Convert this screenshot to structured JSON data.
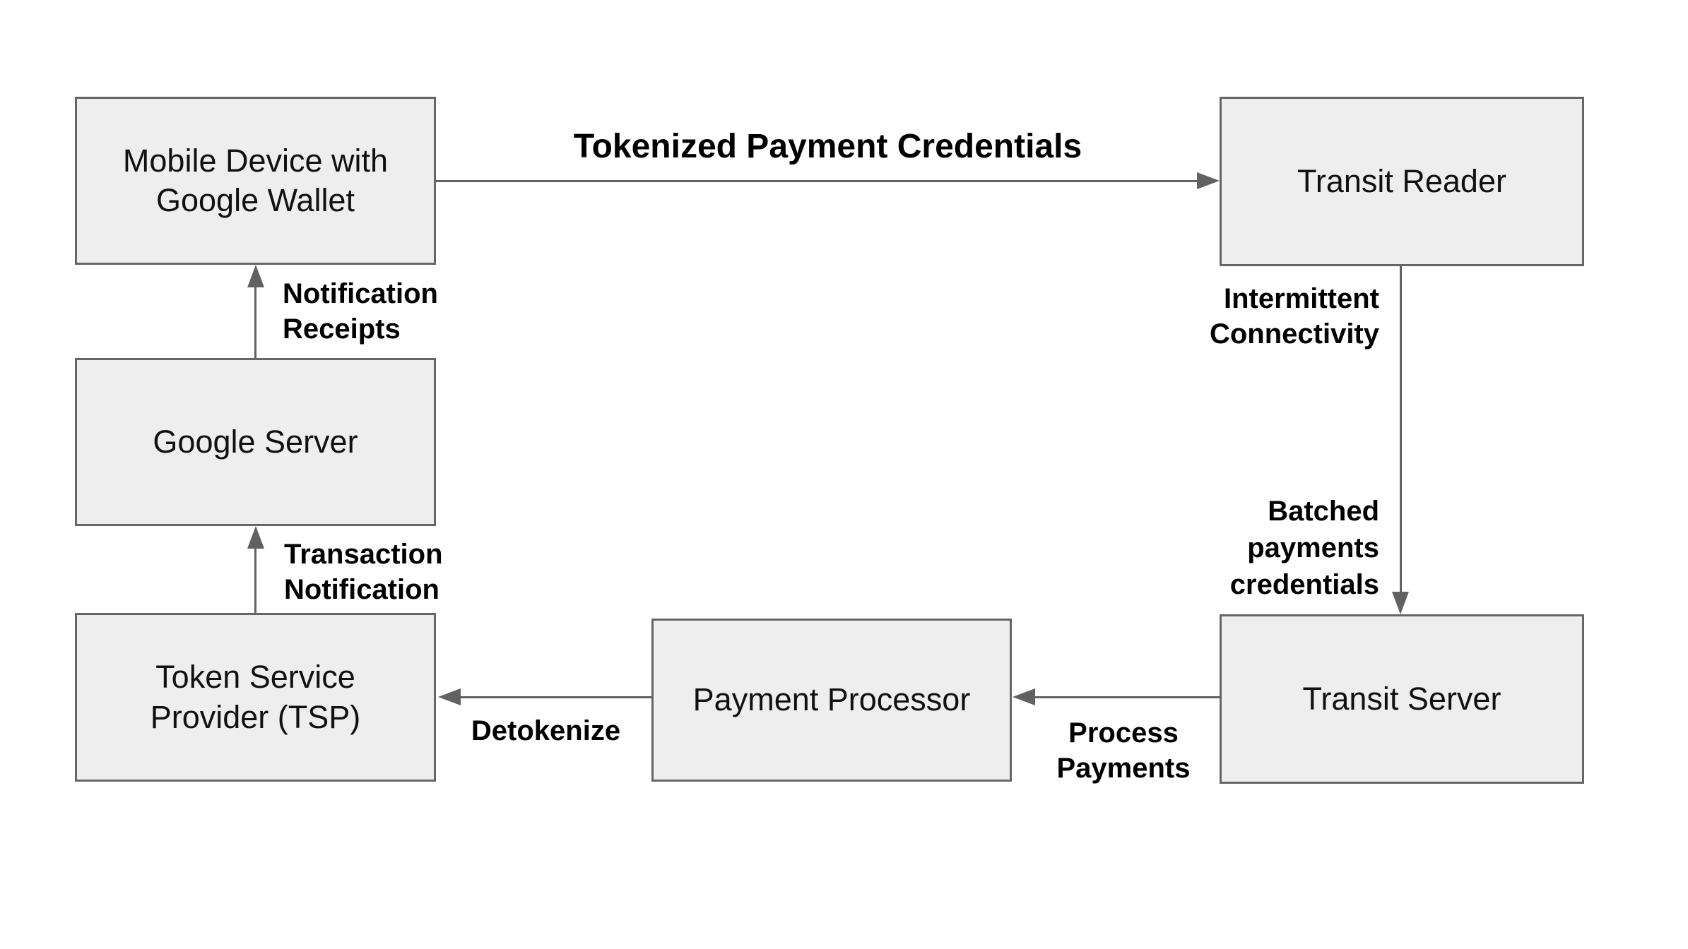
{
  "diagram": {
    "nodes": {
      "mobile_device": {
        "label": "Mobile Device with\nGoogle Wallet"
      },
      "transit_reader": {
        "label": "Transit Reader"
      },
      "google_server": {
        "label": "Google Server"
      },
      "token_service_provider": {
        "label": "Token Service\nProvider (TSP)"
      },
      "payment_processor": {
        "label": "Payment Processor"
      },
      "transit_server": {
        "label": "Transit Server"
      }
    },
    "edges": {
      "tokenized_payment_credentials": {
        "label": "Tokenized Payment Credentials",
        "from": "Mobile Device with Google Wallet",
        "to": "Transit Reader",
        "direction": "right"
      },
      "reader_to_transit_server": {
        "label_upper": "Intermittent\nConnectivity",
        "label_lower": "Batched\npayments\ncredentials",
        "from": "Transit Reader",
        "to": "Transit Server",
        "direction": "down"
      },
      "process_payments": {
        "label": "Process\nPayments",
        "from": "Transit Server",
        "to": "Payment Processor",
        "direction": "left"
      },
      "detokenize": {
        "label": "Detokenize",
        "from": "Payment Processor",
        "to": "Token Service Provider (TSP)",
        "direction": "left"
      },
      "transaction_notification": {
        "label": "Transaction\nNotification",
        "from": "Token Service Provider (TSP)",
        "to": "Google Server",
        "direction": "up"
      },
      "notification_receipts": {
        "label": "Notification\nReceipts",
        "from": "Google Server",
        "to": "Mobile Device with Google Wallet",
        "direction": "up"
      }
    },
    "colors": {
      "background": "#ffffff",
      "box_fill": "#eeeeee",
      "box_border": "#666666",
      "box_text": "#111111",
      "label_text": "#000000",
      "arrow": "#616161"
    }
  }
}
